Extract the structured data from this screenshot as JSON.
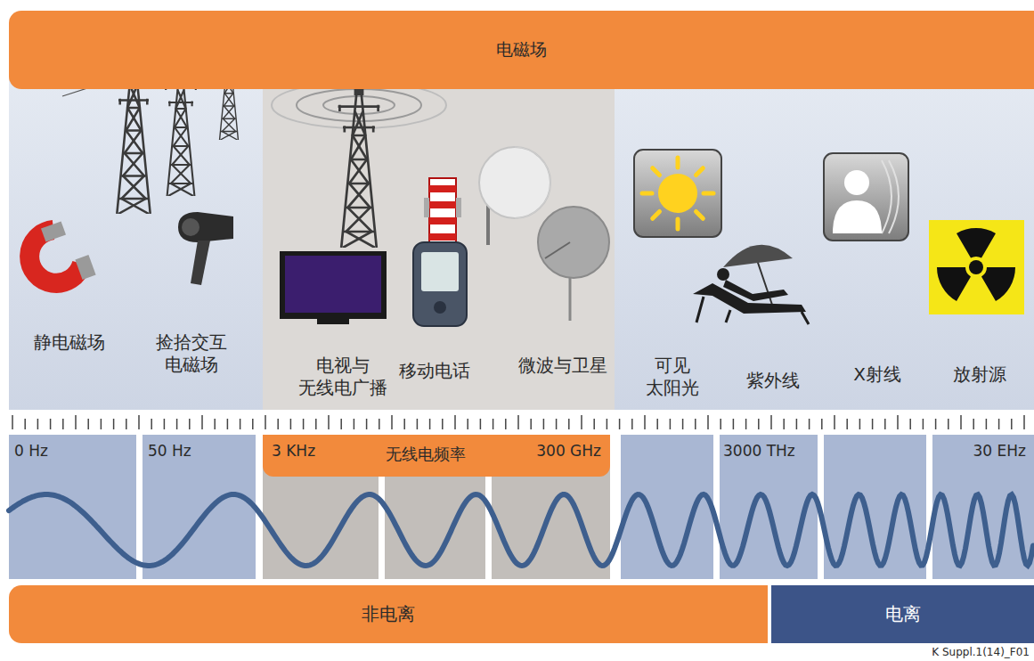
{
  "diagram": {
    "nodes": [
      {
        "text": [
          "电磁场"
        ]
      },
      {
        "text": [
          "3 KHz",
          "无线电频率",
          "300 GHz"
        ]
      },
      {
        "text": [
          "非电离"
        ]
      },
      {
        "text": [
          "电离"
        ]
      }
    ],
    "labels": [
      "静电磁场",
      "捡拾交互 电磁场",
      "电视与 无线电广播",
      "移动电话",
      "微波与卫星",
      "可见 太阳光",
      "紫外线",
      "X射线",
      "放射源",
      "0 Hz",
      "50 Hz",
      "3000 THz",
      "30 EHz",
      "K Suppl.1(14)_F01"
    ]
  }
}
